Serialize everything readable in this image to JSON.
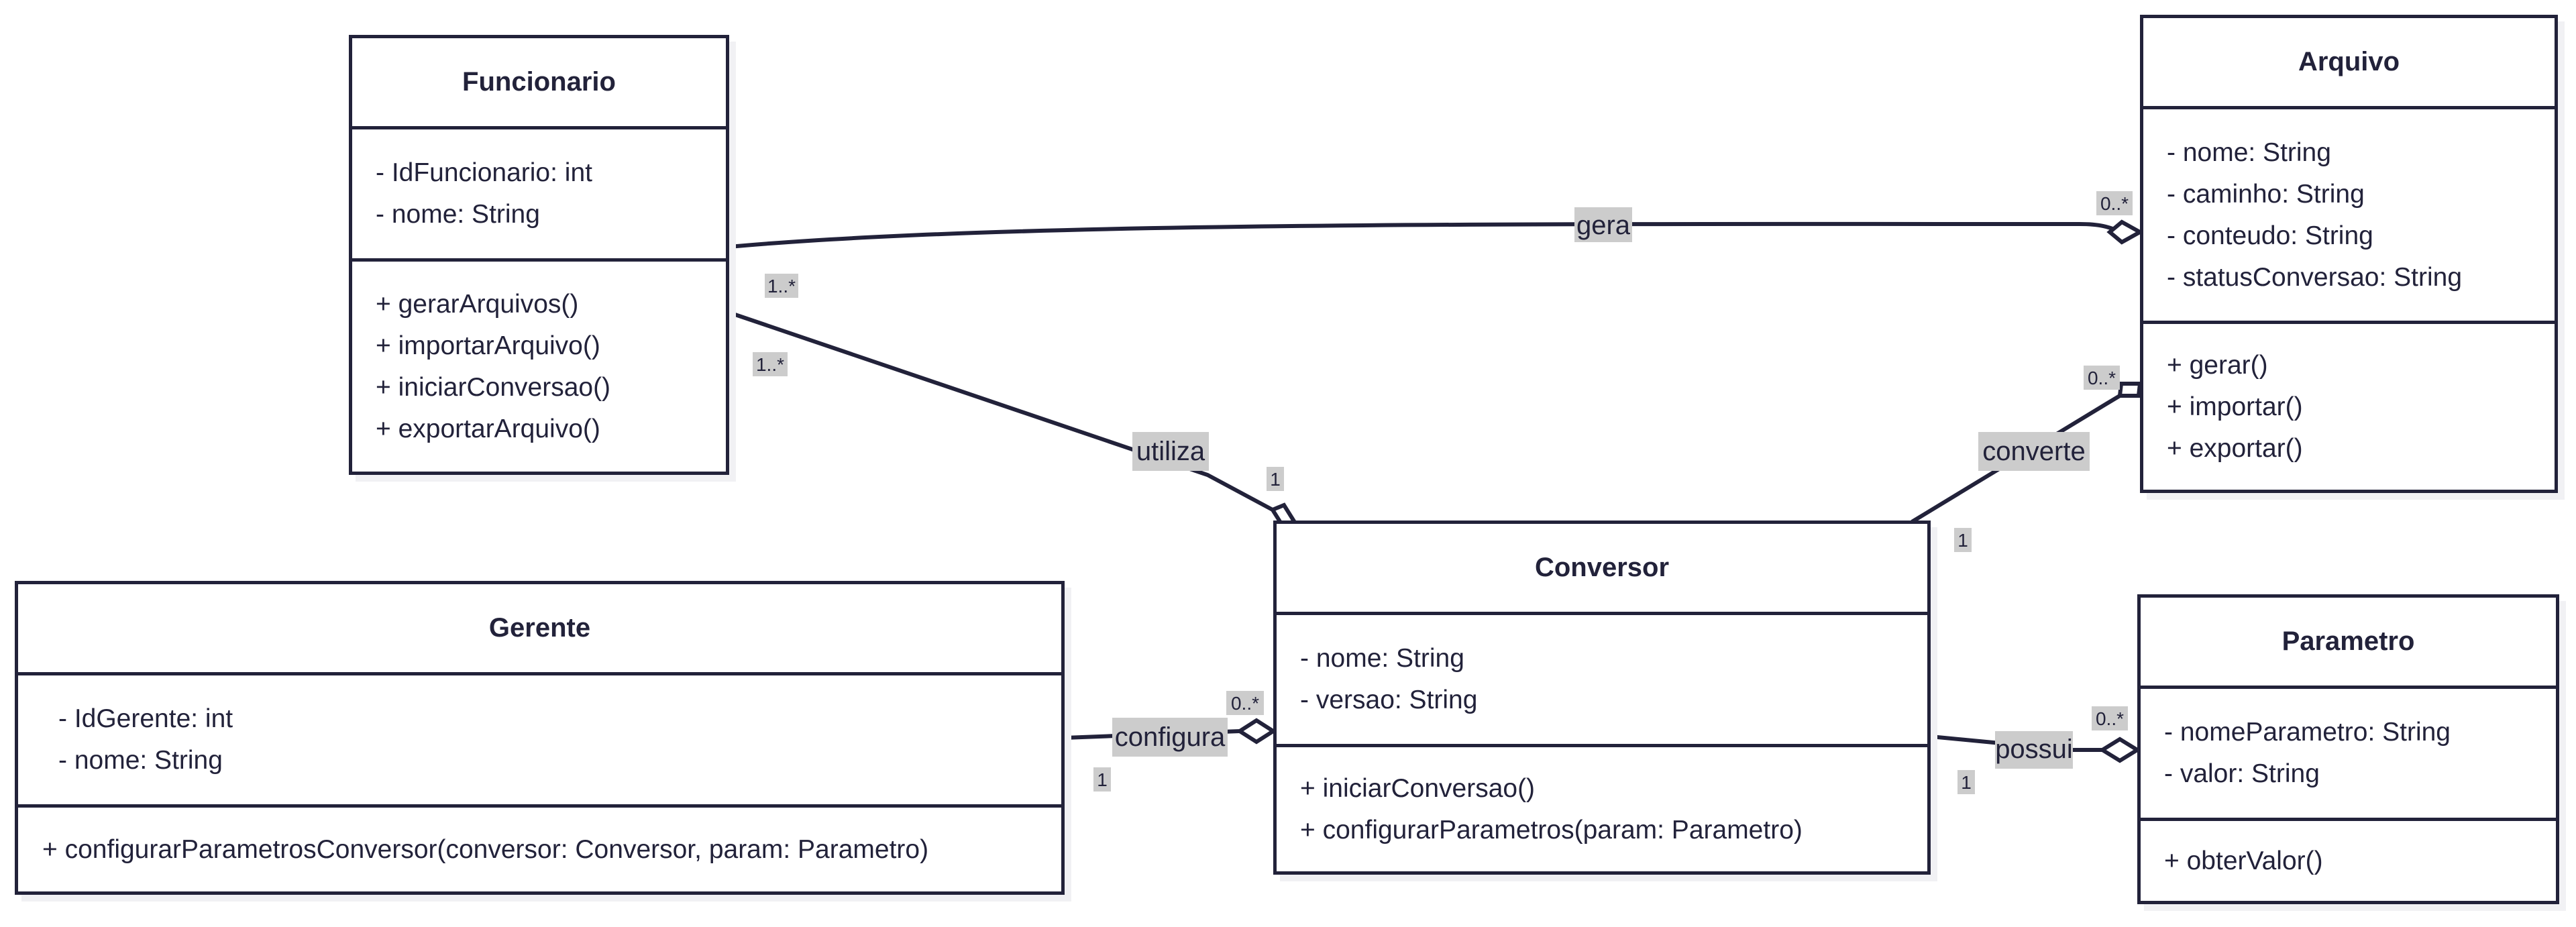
{
  "classes": {
    "funcionario": {
      "name": "Funcionario",
      "attributes": [
        "- IdFuncionario: int",
        "- nome: String"
      ],
      "methods": [
        "+ gerarArquivos()",
        "+ importarArquivo()",
        "+ iniciarConversao()",
        "+ exportarArquivo()"
      ]
    },
    "arquivo": {
      "name": "Arquivo",
      "attributes": [
        "- nome: String",
        "- caminho: String",
        "- conteudo: String",
        "- statusConversao: String"
      ],
      "methods": [
        "+ gerar()",
        "+ importar()",
        "+ exportar()"
      ]
    },
    "gerente": {
      "name": "Gerente",
      "attributes": [
        "- IdGerente: int",
        "- nome: String"
      ],
      "methods": [
        "+ configurarParametrosConversor(conversor: Conversor, param: Parametro)"
      ]
    },
    "conversor": {
      "name": "Conversor",
      "attributes": [
        "- nome: String",
        "- versao: String"
      ],
      "methods": [
        "+ iniciarConversao()",
        "+ configurarParametros(param: Parametro)"
      ]
    },
    "parametro": {
      "name": "Parametro",
      "attributes": [
        "- nomeParametro: String",
        "- valor: String"
      ],
      "methods": [
        "+ obterValor()"
      ]
    }
  },
  "relations": {
    "gera": {
      "label": "gera",
      "source_mult": "1..*",
      "target_mult": "0..*"
    },
    "utiliza": {
      "label": "utiliza",
      "source_mult": "1..*",
      "target_mult": "1"
    },
    "converte": {
      "label": "converte",
      "source_mult": "1",
      "target_mult": "0..*"
    },
    "configura": {
      "label": "configura",
      "source_mult": "1",
      "target_mult": "0..*"
    },
    "possui": {
      "label": "possui",
      "source_mult": "1",
      "target_mult": "0..*"
    }
  },
  "colors": {
    "line": "#22223a",
    "label_bg": "#cccccc",
    "shadow": "#f1f1f4"
  }
}
